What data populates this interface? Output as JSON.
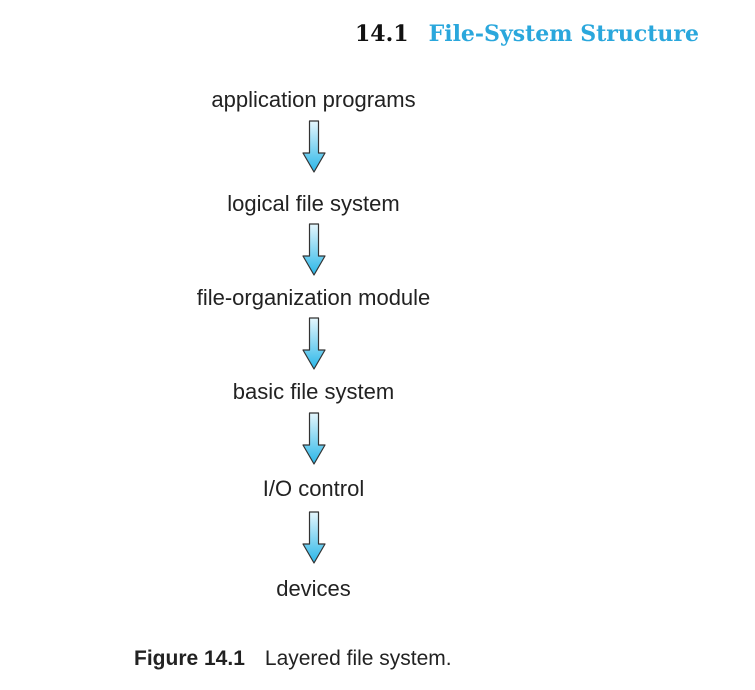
{
  "header": {
    "section_number": "14.1",
    "section_title": "File-System Structure"
  },
  "diagram": {
    "layers": [
      "application programs",
      "logical file system",
      "file-organization module",
      "basic file system",
      "I/O control",
      "devices"
    ],
    "arrow_color": "#29b6e8"
  },
  "caption": {
    "label": "Figure 14.1",
    "text": "Layered file system."
  }
}
